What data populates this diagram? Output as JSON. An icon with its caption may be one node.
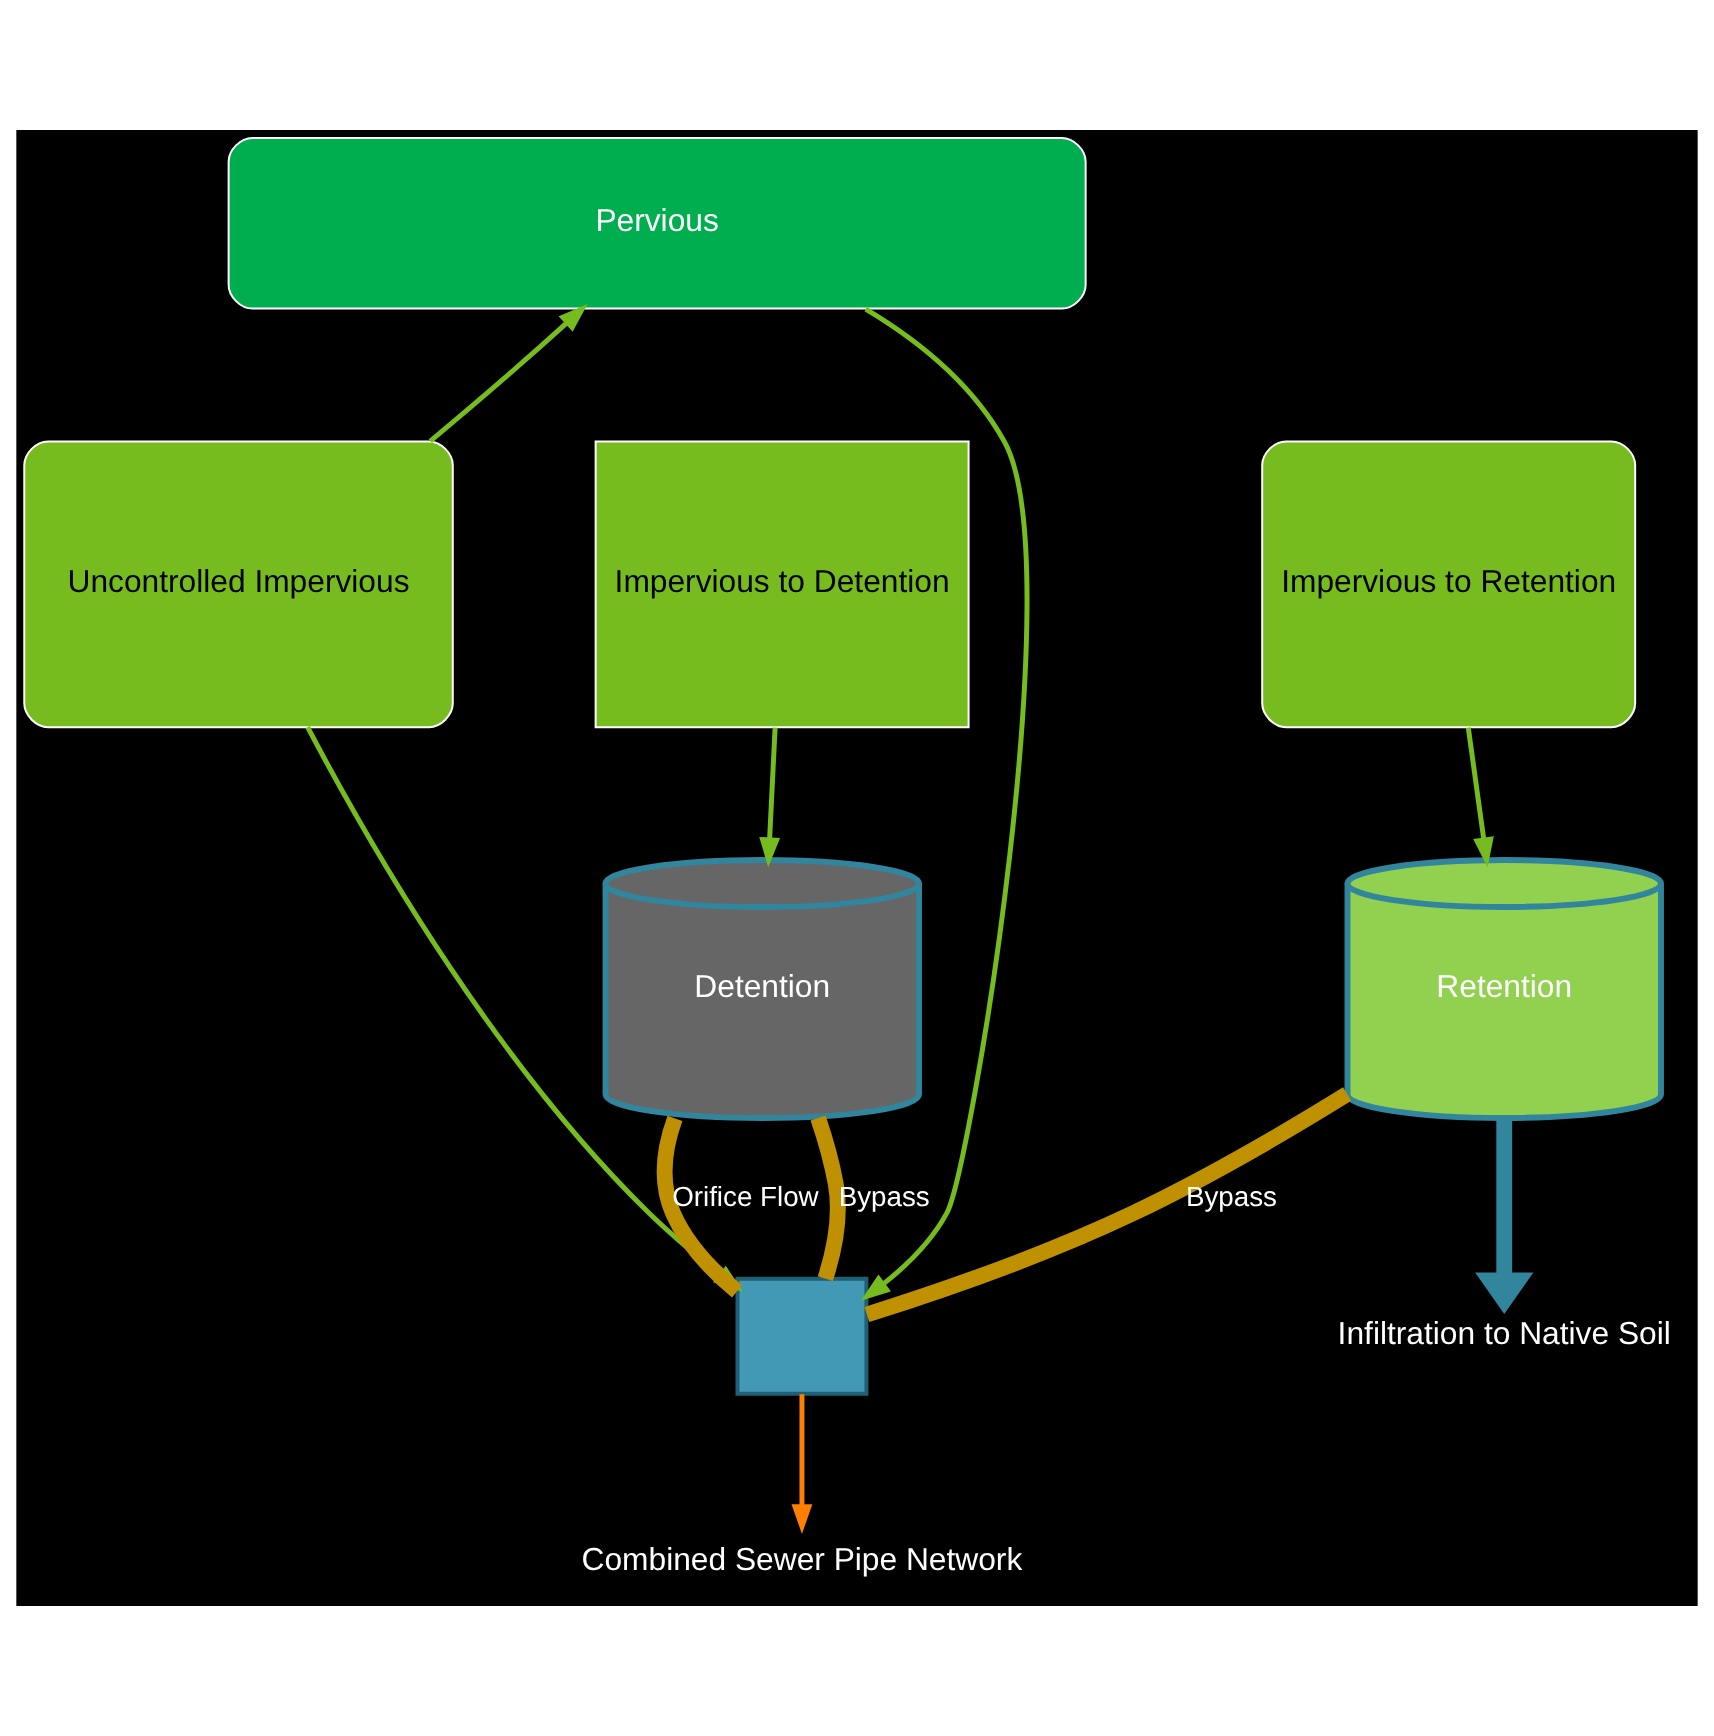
{
  "diagram": {
    "nodes": [
      {
        "text": [
          "Pervious"
        ]
      },
      {
        "text": [
          "Impervious to Detention"
        ]
      },
      {
        "text": [
          "Uncontrolled Impervious"
        ]
      },
      {
        "text": [
          "Impervious to Retention"
        ]
      },
      {
        "text": [
          "Detention"
        ]
      },
      {
        "text": [
          "Retention"
        ]
      },
      {
        "text": [],
        "shape": "box"
      },
      {
        "text": [
          "Infiltration to Native Soil"
        ]
      },
      {
        "text": [
          "Combined Sewer Pipe Network"
        ]
      }
    ],
    "edges": [
      {
        "from": 0,
        "to": 6,
        "arrow": "to"
      },
      {
        "from": 2,
        "to": 0,
        "arrow": "to"
      },
      {
        "from": 2,
        "to": 6,
        "arrow": "to"
      },
      {
        "from": 1,
        "to": 4,
        "arrow": "to"
      },
      {
        "from": 3,
        "to": 5,
        "arrow": "to"
      },
      {
        "from": 4,
        "to": 6,
        "label": "Bypass",
        "arrow": "none",
        "style": "thick",
        "color": "#bf9000"
      },
      {
        "from": 4,
        "to": 6,
        "label": "Orifice Flow",
        "arrow": "none",
        "style": "thick",
        "color": "#bf9000"
      },
      {
        "from": 5,
        "to": 6,
        "label": "Bypass",
        "arrow": "none",
        "style": "thick",
        "color": "#bf9000"
      },
      {
        "from": 5,
        "to": 7,
        "arrow": "to",
        "style": "thick",
        "color": "#31859c"
      },
      {
        "from": 6,
        "to": 8,
        "arrow": "to",
        "color": "#ff8000"
      }
    ]
  }
}
